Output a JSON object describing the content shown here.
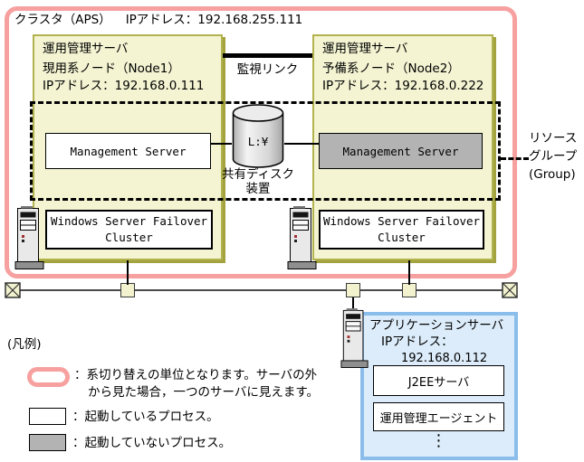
{
  "colors": {
    "cluster_border": "#f7a0a0",
    "node_fill": "#f4f4d3",
    "node_border": "#b2b24e",
    "process_running_fill": "#ffffff",
    "process_stopped_fill": "#b3b3b3",
    "app_server_border": "#8abde9",
    "app_server_fill": "#dcecfa",
    "connector_fill": "#f2f2cf"
  },
  "cluster": {
    "title": "クラスタ（APS）",
    "ip": "IPアドレス：192.168.255.111",
    "monitor_link_label": "監視リンク",
    "nodes": [
      {
        "role": "運用管理サーバ",
        "name": "現用系ノード（Node1）",
        "ip": "IPアドレス：192.168.0.111",
        "process": "Management Server",
        "process_state": "running",
        "failover_line1": "Windows Server Failover",
        "failover_line2": "Cluster"
      },
      {
        "role": "運用管理サーバ",
        "name": "予備系ノード（Node2）",
        "ip": "IPアドレス：192.168.0.222",
        "process": "Management Server",
        "process_state": "stopped",
        "failover_line1": "Windows Server Failover",
        "failover_line2": "Cluster"
      }
    ],
    "shared_disk": {
      "drive": "L:¥",
      "label_line1": "共有ディスク",
      "label_line2": "装置"
    },
    "resource_group": {
      "line1": "リソース",
      "line2": "グループ",
      "line3": "(Group)"
    }
  },
  "app_server": {
    "title": "アプリケーションサーバ",
    "ip_label": "IPアドレス：",
    "ip_value": "192.168.0.112",
    "processes": [
      "J2EEサーバ",
      "運用管理エージェント"
    ],
    "more": "⋮"
  },
  "legend": {
    "heading": "(凡例)",
    "cluster_item_line1": "：系切り替えの単位となります。サーバの外",
    "cluster_item_line2": "から見た場合，一つのサーバに見えます。",
    "running_item": "：起動しているプロセス。",
    "stopped_item": "：起動していないプロセス。"
  }
}
